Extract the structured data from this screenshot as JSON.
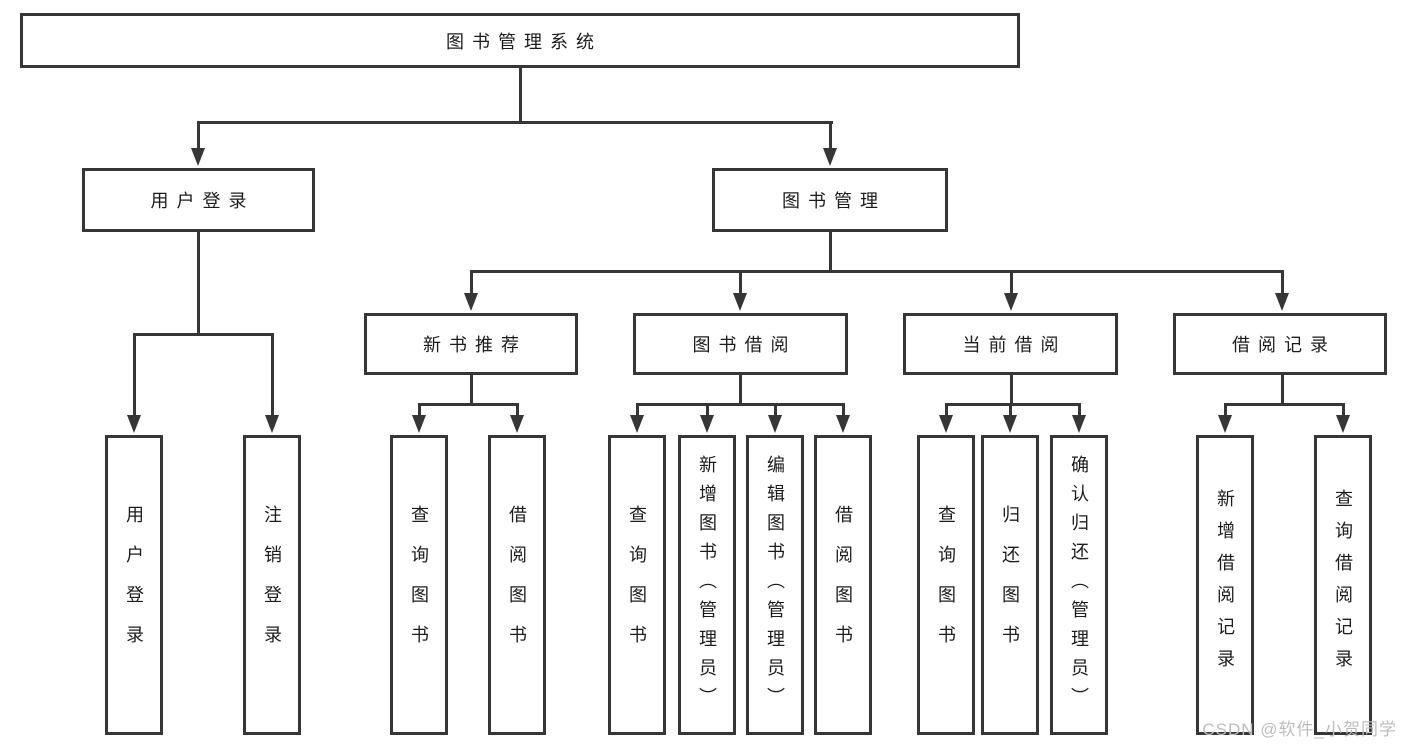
{
  "diagram": {
    "root": {
      "label": "图书管理系统"
    },
    "level2": [
      {
        "label": "用户登录"
      },
      {
        "label": "图书管理"
      }
    ],
    "level3": [
      {
        "label": "新书推荐"
      },
      {
        "label": "图书借阅"
      },
      {
        "label": "当前借阅"
      },
      {
        "label": "借阅记录"
      }
    ],
    "level4": {
      "user_login": [
        "用户登录",
        "注销登录"
      ],
      "new_book": [
        "查询图书",
        "借阅图书"
      ],
      "book_borrow": [
        "查询图书",
        "新增图书（管理员）",
        "编辑图书（管理员）",
        "借阅图书"
      ],
      "current_borrow": [
        "查询图书",
        "归还图书",
        "确认归还（管理员）"
      ],
      "borrow_records": [
        "新增借阅记录",
        "查询借阅记录"
      ]
    }
  },
  "watermark": "CSDN @软件_小贺同学",
  "colors": {
    "line": "#363636",
    "text": "#1c1c1c",
    "watermark": "#bdbdbd",
    "background": "#ffffff"
  }
}
